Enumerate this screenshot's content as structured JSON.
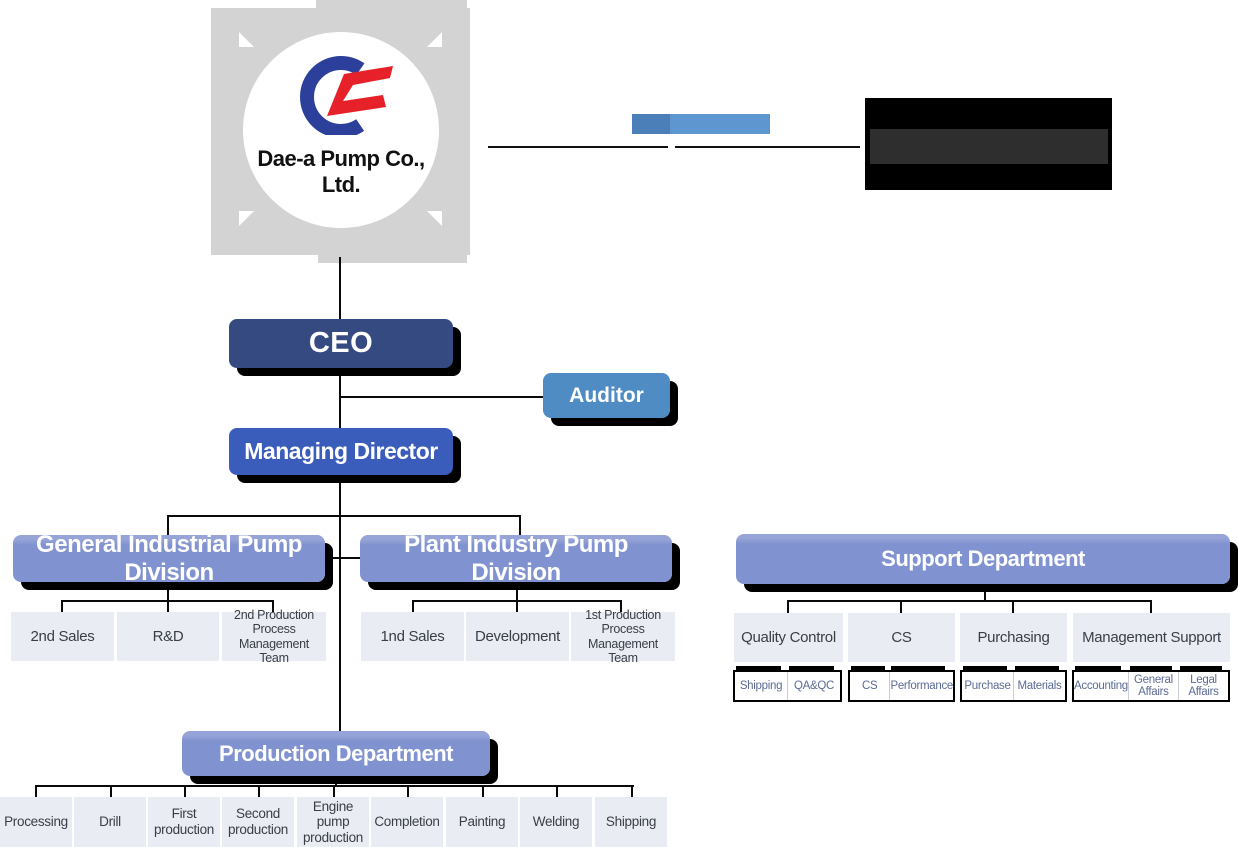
{
  "company": {
    "name": "Dae-a Pump Co., Ltd."
  },
  "colors": {
    "navy": "#344a80",
    "royal": "#3a5cba",
    "auditor_blue": "#4f8cc4",
    "periwinkle": "#8092d0",
    "team_gray": "#e9ecf3",
    "logo_gray": "#d3d3d3",
    "logo_blue": "#2b3f9b",
    "logo_red": "#e62129",
    "sub_text": "#5d6b96",
    "highlight_dark": "#4a7fb8",
    "highlight_light": "#5e96cf"
  },
  "executives": {
    "ceo": "CEO",
    "auditor": "Auditor",
    "managing_director": "Managing Director"
  },
  "divisions": [
    {
      "title": "General Industrial Pump Division",
      "teams": [
        "2nd Sales",
        "R&D",
        "2nd Production Process Management Team"
      ]
    },
    {
      "title": "Plant Industry Pump Division",
      "teams": [
        "1nd Sales",
        "Development",
        "1st Production Process Management Team"
      ]
    }
  ],
  "support": {
    "title": "Support Department",
    "teams": [
      {
        "name": "Quality Control",
        "subs": [
          "Shipping",
          "QA&QC"
        ]
      },
      {
        "name": "CS",
        "subs": [
          "CS",
          "Performance"
        ]
      },
      {
        "name": "Purchasing",
        "subs": [
          "Purchase",
          "Materials"
        ]
      },
      {
        "name": "Management Support",
        "subs": [
          "Accounting",
          "General Affairs",
          "Legal Affairs"
        ]
      }
    ]
  },
  "production": {
    "title": "Production Department",
    "teams": [
      "Processing",
      "Drill",
      "First production",
      "Second production",
      "Engine pump production",
      "Completion",
      "Painting",
      "Welding",
      "Shipping"
    ]
  }
}
